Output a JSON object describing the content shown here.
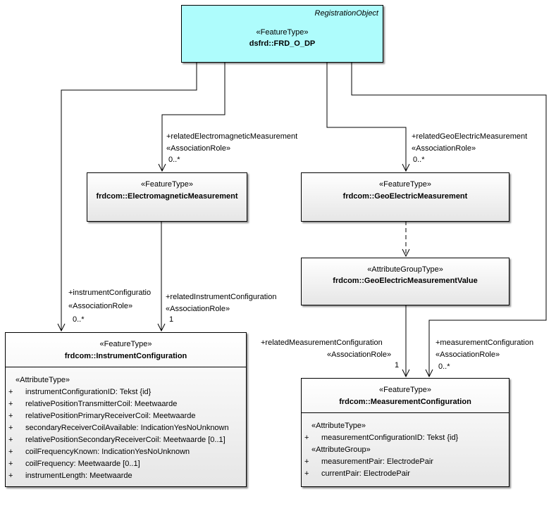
{
  "classes": {
    "registration": {
      "italic_name": "RegistrationObject",
      "stereotype": "«FeatureType»",
      "name": "dsfrd::FRD_O_DP"
    },
    "electromagnetic": {
      "stereotype": "«FeatureType»",
      "name": "frdcom::ElectromagneticMeasurement"
    },
    "geoelectric": {
      "stereotype": "«FeatureType»",
      "name": "frdcom::GeoElectricMeasurement"
    },
    "geoelectric_value": {
      "stereotype": "«AttributeGroupType»",
      "name": "frdcom::GeoElectricMeasurementValue"
    },
    "instrument_config": {
      "stereotype": "«FeatureType»",
      "name": "frdcom::InstrumentConfiguration",
      "attr_stereotype": "«AttributeType»",
      "attributes": [
        {
          "vis": "+",
          "text": "instrumentConfigurationID: Tekst {id}"
        },
        {
          "vis": "+",
          "text": "relativePositionTransmitterCoil: Meetwaarde"
        },
        {
          "vis": "+",
          "text": "relativePositionPrimaryReceiverCoil: Meetwaarde"
        },
        {
          "vis": "+",
          "text": "secondaryReceiverCoilAvailable: IndicationYesNoUnknown"
        },
        {
          "vis": "+",
          "text": "relativePositionSecondaryReceiverCoil: Meetwaarde [0..1]"
        },
        {
          "vis": "+",
          "text": "coilFrequencyKnown: IndicationYesNoUnknown"
        },
        {
          "vis": "+",
          "text": "coilFrequency: Meetwaarde [0..1]"
        },
        {
          "vis": "+",
          "text": "instrumentLength: Meetwaarde"
        }
      ]
    },
    "measurement_config": {
      "stereotype": "«FeatureType»",
      "name": "frdcom::MeasurementConfiguration",
      "attr_stereotype": "«AttributeType»",
      "attributes": [
        {
          "vis": "+",
          "text": "measurementConfigurationID: Tekst {id}"
        }
      ],
      "group_stereotype": "«AttributeGroup»",
      "groups": [
        {
          "vis": "+",
          "text": "measurementPair: ElectrodePair"
        },
        {
          "vis": "+",
          "text": "currentPair: ElectrodePair"
        }
      ]
    }
  },
  "associations": {
    "em_role": "+relatedElectromagneticMeasurement",
    "em_stereo": "«AssociationRole»",
    "em_mult": "0..*",
    "ge_role": "+relatedGeoElectricMeasurement",
    "ge_stereo": "«AssociationRole»",
    "ge_mult": "0..*",
    "ic_role": "+instrumentConfiguratio",
    "ic_stereo": "«AssociationRole»",
    "ic_mult": "0..*",
    "ric_role": "+relatedInstrumentConfiguration",
    "ric_stereo": "«AssociationRole»",
    "ric_mult": "1",
    "rmc_role": "+relatedMeasurementConfiguration",
    "rmc_stereo": "«AssociationRole»",
    "rmc_mult": "1",
    "mc_role": "+measurementConfiguration",
    "mc_stereo": "«AssociationRole»",
    "mc_mult": "0..*"
  }
}
